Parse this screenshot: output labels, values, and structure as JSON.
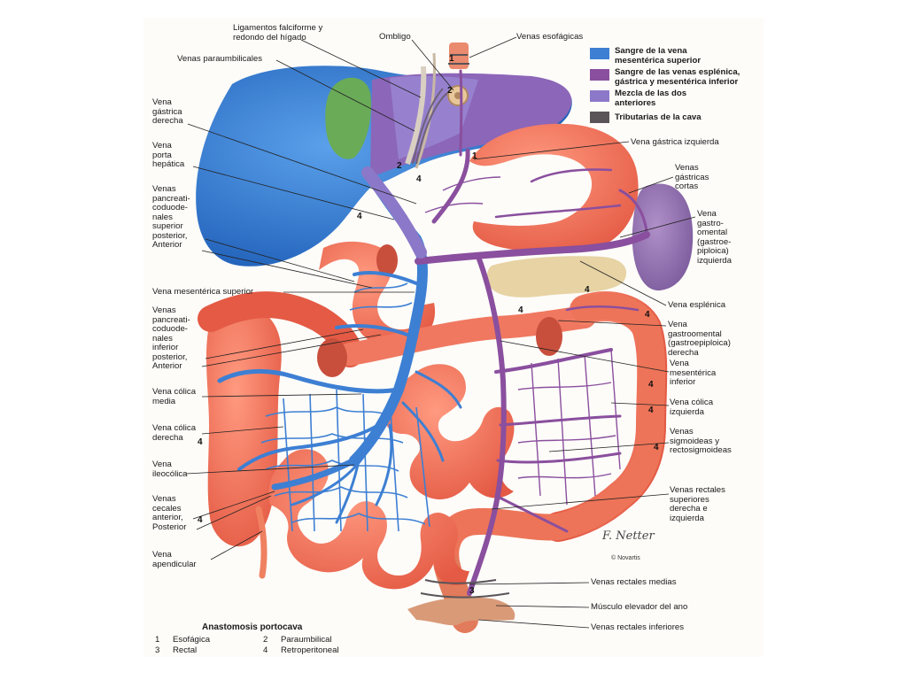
{
  "labels": {
    "ligamentos": "Ligamentos falciforme y\nredondo del hígado",
    "ombligo": "Ombligo",
    "venas_esofagicas": "Venas esofágicas",
    "venas_paraumbilicales": "Venas paraumbilicales",
    "vena_gastrica_derecha": "Vena\ngástrica\nderecha",
    "vena_porta": "Vena\nporta\nhepática",
    "pancreati_superior": "Venas\npancreati-\ncoduode-\nnales\nsuperior\nposterior,\nAnterior",
    "vena_mesenterica_superior": "Vena mesentérica superior",
    "pancreati_inferior": "Venas\npancreati-\ncoduode-\nnales\ninferior\nposterior,\nAnterior",
    "vena_colica_media": "Vena cólica\nmedia",
    "vena_colica_derecha": "Vena cólica\nderecha",
    "vena_ileocolica": "Vena\nileocólica",
    "venas_cecales": "Venas\ncecales\nanterior,\nPosterior",
    "vena_apendicular": "Vena\napendicular",
    "vena_gastrica_izquierda": "Vena gástrica izquierda",
    "venas_gastricas_cortas": "Venas\ngástricas\ncortas",
    "vena_gastroomental_izq": "Vena\ngastro-\nomental\n(gastroe-\npiploica)\nizquierda",
    "vena_esplenica": "Vena esplénica",
    "vena_gastroomental_der": "Vena\ngastroomental\n(gastroepiploica)\nderecha",
    "vena_mesenterica_inferior": "Vena\nmesentérica\ninferior",
    "vena_colica_izquierda": "Vena cólica\nizquierda",
    "venas_sigmoideas": "Venas\nsigmoideas y\nrectosigmoideas",
    "venas_rectales_superiores": "Venas rectales\nsuperiores\nderecha e\nizquierda",
    "venas_rectales_medias": "Venas rectales medias",
    "musculo_elevador": "Músculo elevador del ano",
    "venas_rectales_inferiores": "Venas rectales inferiores"
  },
  "legend": [
    {
      "label": "Sangre de la vena\nmesentérica superior",
      "color": "#3d7fd3"
    },
    {
      "label": "Sangre de las venas esplénica,\ngástrica y mesentérica inferior",
      "color": "#8a4f9e"
    },
    {
      "label": "Mezcla de las dos\nanteriores",
      "color": "#8c78c8"
    },
    {
      "label": "Tributarias de la cava",
      "color": "#5a5458"
    }
  ],
  "anastomosis": {
    "title": "Anastomosis portocava",
    "items": [
      {
        "num": "1",
        "name": "Esofágica"
      },
      {
        "num": "2",
        "name": "Paraumbilical"
      },
      {
        "num": "3",
        "name": "Rectal"
      },
      {
        "num": "4",
        "name": "Retroperitoneal"
      }
    ]
  },
  "signature": "F. Netter",
  "copyright": "© Novartis",
  "markers": [
    "1",
    "2",
    "3",
    "4"
  ]
}
